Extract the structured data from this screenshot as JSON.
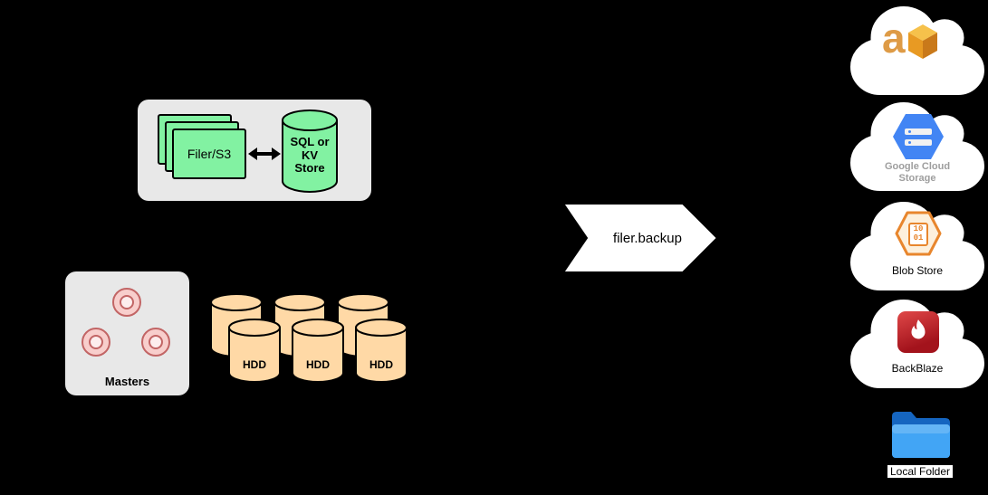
{
  "source_group": {
    "filer_label": "Filer/S3",
    "store_label": "SQL or KV Store"
  },
  "masters": {
    "label": "Masters"
  },
  "hdd_labels": [
    "HDD",
    "HDD",
    "HDD"
  ],
  "flow": {
    "label": "filer.backup"
  },
  "destinations": {
    "aws": {
      "letter": "a"
    },
    "gcs": {
      "label_line1": "Google Cloud",
      "label_line2": "Storage"
    },
    "blob": {
      "label": "Blob Store",
      "binary_line1": "10",
      "binary_line2": "01"
    },
    "backblaze": {
      "label": "BackBlaze"
    },
    "local": {
      "label": "Local Folder"
    }
  },
  "colors": {
    "node_green": "#82F2A2",
    "hdd_tan": "#FFD9A6",
    "masters_pink": "#F8CECC",
    "group_gray": "#E8E8E8",
    "gcs_blue": "#4285F4",
    "blob_orange": "#E8862D",
    "backblaze_red": "#A3131C",
    "folder_blue": "#2196F3",
    "aws_orange": "#DE9B46"
  }
}
